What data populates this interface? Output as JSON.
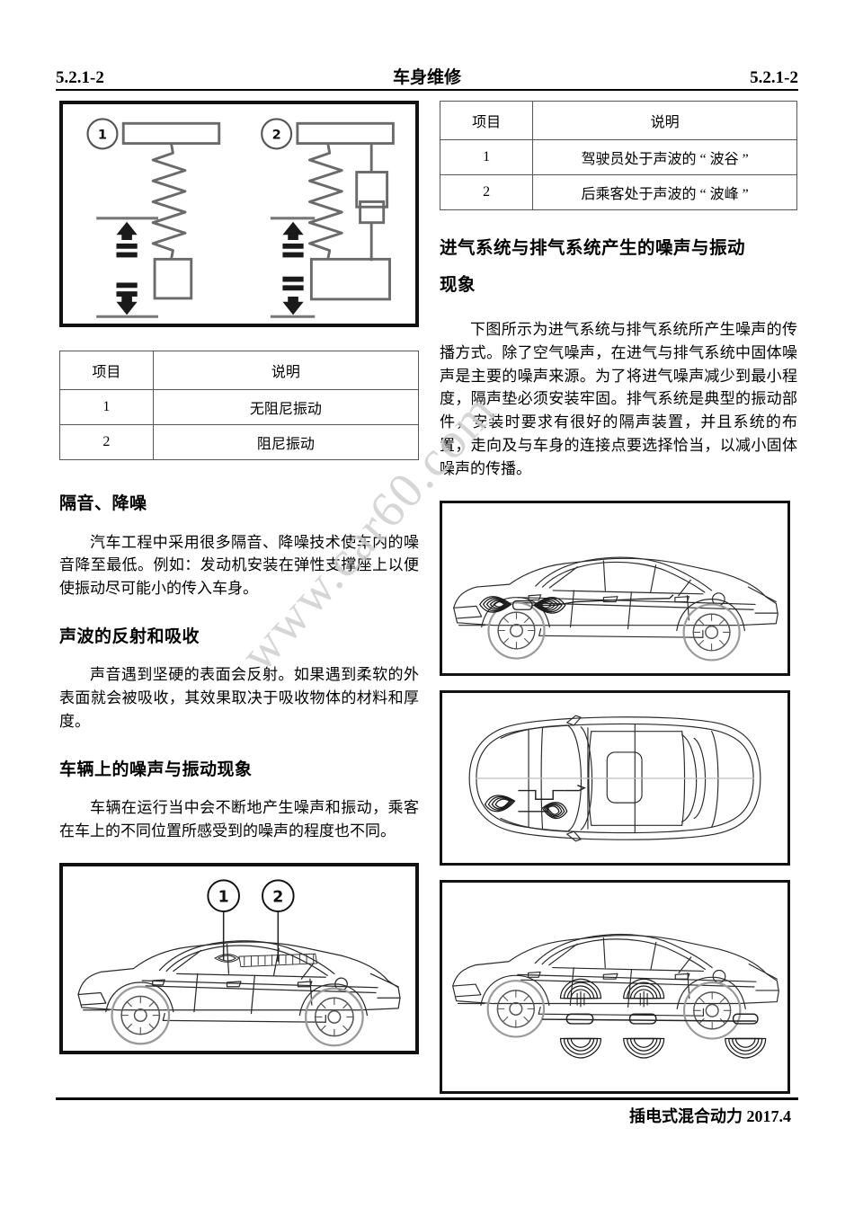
{
  "header": {
    "left_code": "5.2.1-2",
    "title": "车身维修",
    "right_code": "5.2.1-2"
  },
  "footer": {
    "text": "插电式混合动力 2017.4"
  },
  "watermark": {
    "text": "www.car60.com",
    "color": "#cfcfcf"
  },
  "left_column": {
    "figure_spring": {
      "name": "阻尼振动示意图",
      "callouts": [
        "1",
        "2"
      ]
    },
    "table": {
      "columns": [
        "项目",
        "说明"
      ],
      "rows": [
        {
          "item": "1",
          "desc": "无阻尼振动"
        },
        {
          "item": "2",
          "desc": "阻尼振动"
        }
      ]
    },
    "section1": {
      "heading": "隔音、降噪",
      "paragraph": "汽车工程中采用很多隔音、降噪技术使车内的噪音降至最低。例如：发动机安装在弹性支撑座上以便使振动尽可能小的传入车身。"
    },
    "section2": {
      "heading": "声波的反射和吸收",
      "paragraph": "声音遇到坚硬的表面会反射。如果遇到柔软的外表面就会被吸收，其效果取决于吸收物体的材料和厚度。"
    },
    "section3": {
      "heading": "车辆上的噪声与振动现象",
      "paragraph": "车辆在运行当中会不断地产生噪声和振动，乘客在车上的不同位置所感受到的噪声的程度也不同。"
    },
    "figure_car_interior": {
      "name": "车内噪声位置示意图",
      "callouts": [
        "1",
        "2"
      ]
    }
  },
  "right_column": {
    "table": {
      "columns": [
        "项目",
        "说明"
      ],
      "rows": [
        {
          "item": "1",
          "desc": "驾驶员处于声波的 “ 波谷 ”"
        },
        {
          "item": "2",
          "desc": "后乘客处于声波的 “ 波峰 ”"
        }
      ]
    },
    "section": {
      "heading_line1": "进气系统与排气系统产生的噪声与振动",
      "heading_line2": "现象",
      "paragraph": "下图所示为进气系统与排气系统所产生噪声的传播方式。除了空气噪声，在进气与排气系统中固体噪声是主要的噪声来源。为了将进气噪声减少到最小程度，隔声垫必须安装牢固。排气系统是典型的振动部件，安装时要求有很好的隔声装置，并且系统的布置，走向及与车身的连接点要选择恰当，以减小固体噪声的传播。"
    },
    "figure_intake_side": {
      "name": "进气系统噪声传播（侧视图）"
    },
    "figure_intake_top": {
      "name": "进气系统噪声传播（俯视图）"
    },
    "figure_exhaust_side": {
      "name": "排气系统噪声传播（侧视图）"
    }
  }
}
